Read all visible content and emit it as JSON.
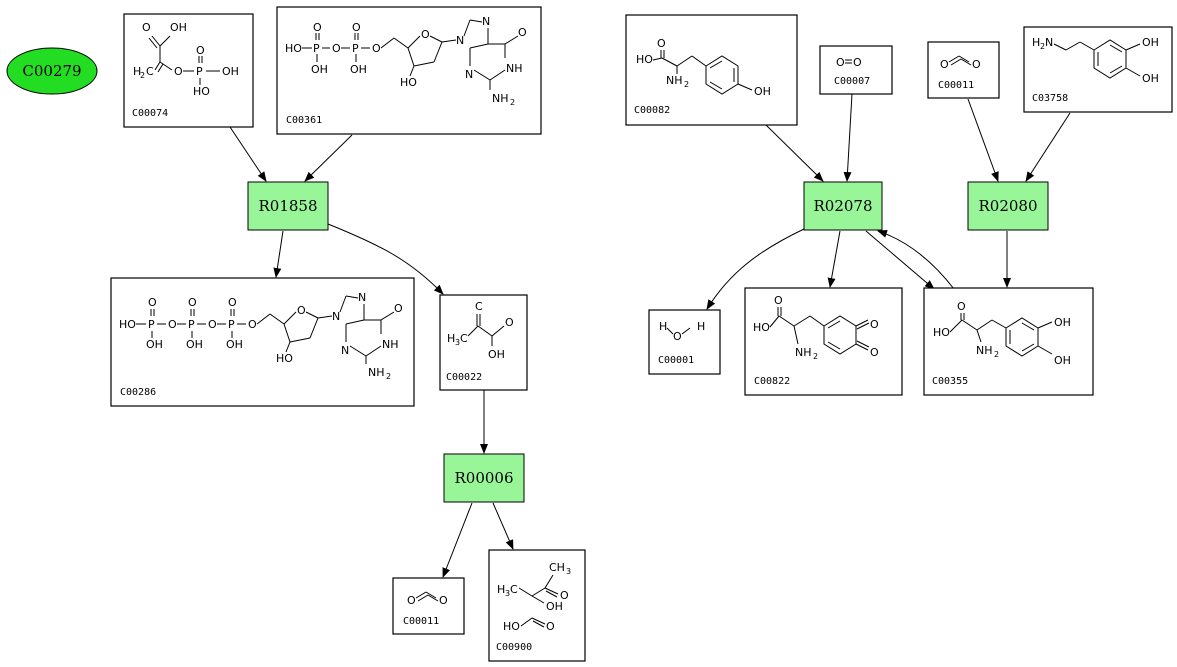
{
  "colors": {
    "reaction_fill": "#98f598",
    "entry_fill": "#22dd22"
  },
  "entry_node": {
    "label": "C00279"
  },
  "reactions": [
    {
      "id": "R01858"
    },
    {
      "id": "R00006"
    },
    {
      "id": "R02078"
    },
    {
      "id": "R02080"
    }
  ],
  "compounds": [
    {
      "id": "C00074"
    },
    {
      "id": "C00361"
    },
    {
      "id": "C00286"
    },
    {
      "id": "C00022"
    },
    {
      "id": "C00011"
    },
    {
      "id": "C00900"
    },
    {
      "id": "C00082"
    },
    {
      "id": "C00007"
    },
    {
      "id": "C00011"
    },
    {
      "id": "C03758"
    },
    {
      "id": "C00001"
    },
    {
      "id": "C00822"
    },
    {
      "id": "C00355"
    }
  ]
}
